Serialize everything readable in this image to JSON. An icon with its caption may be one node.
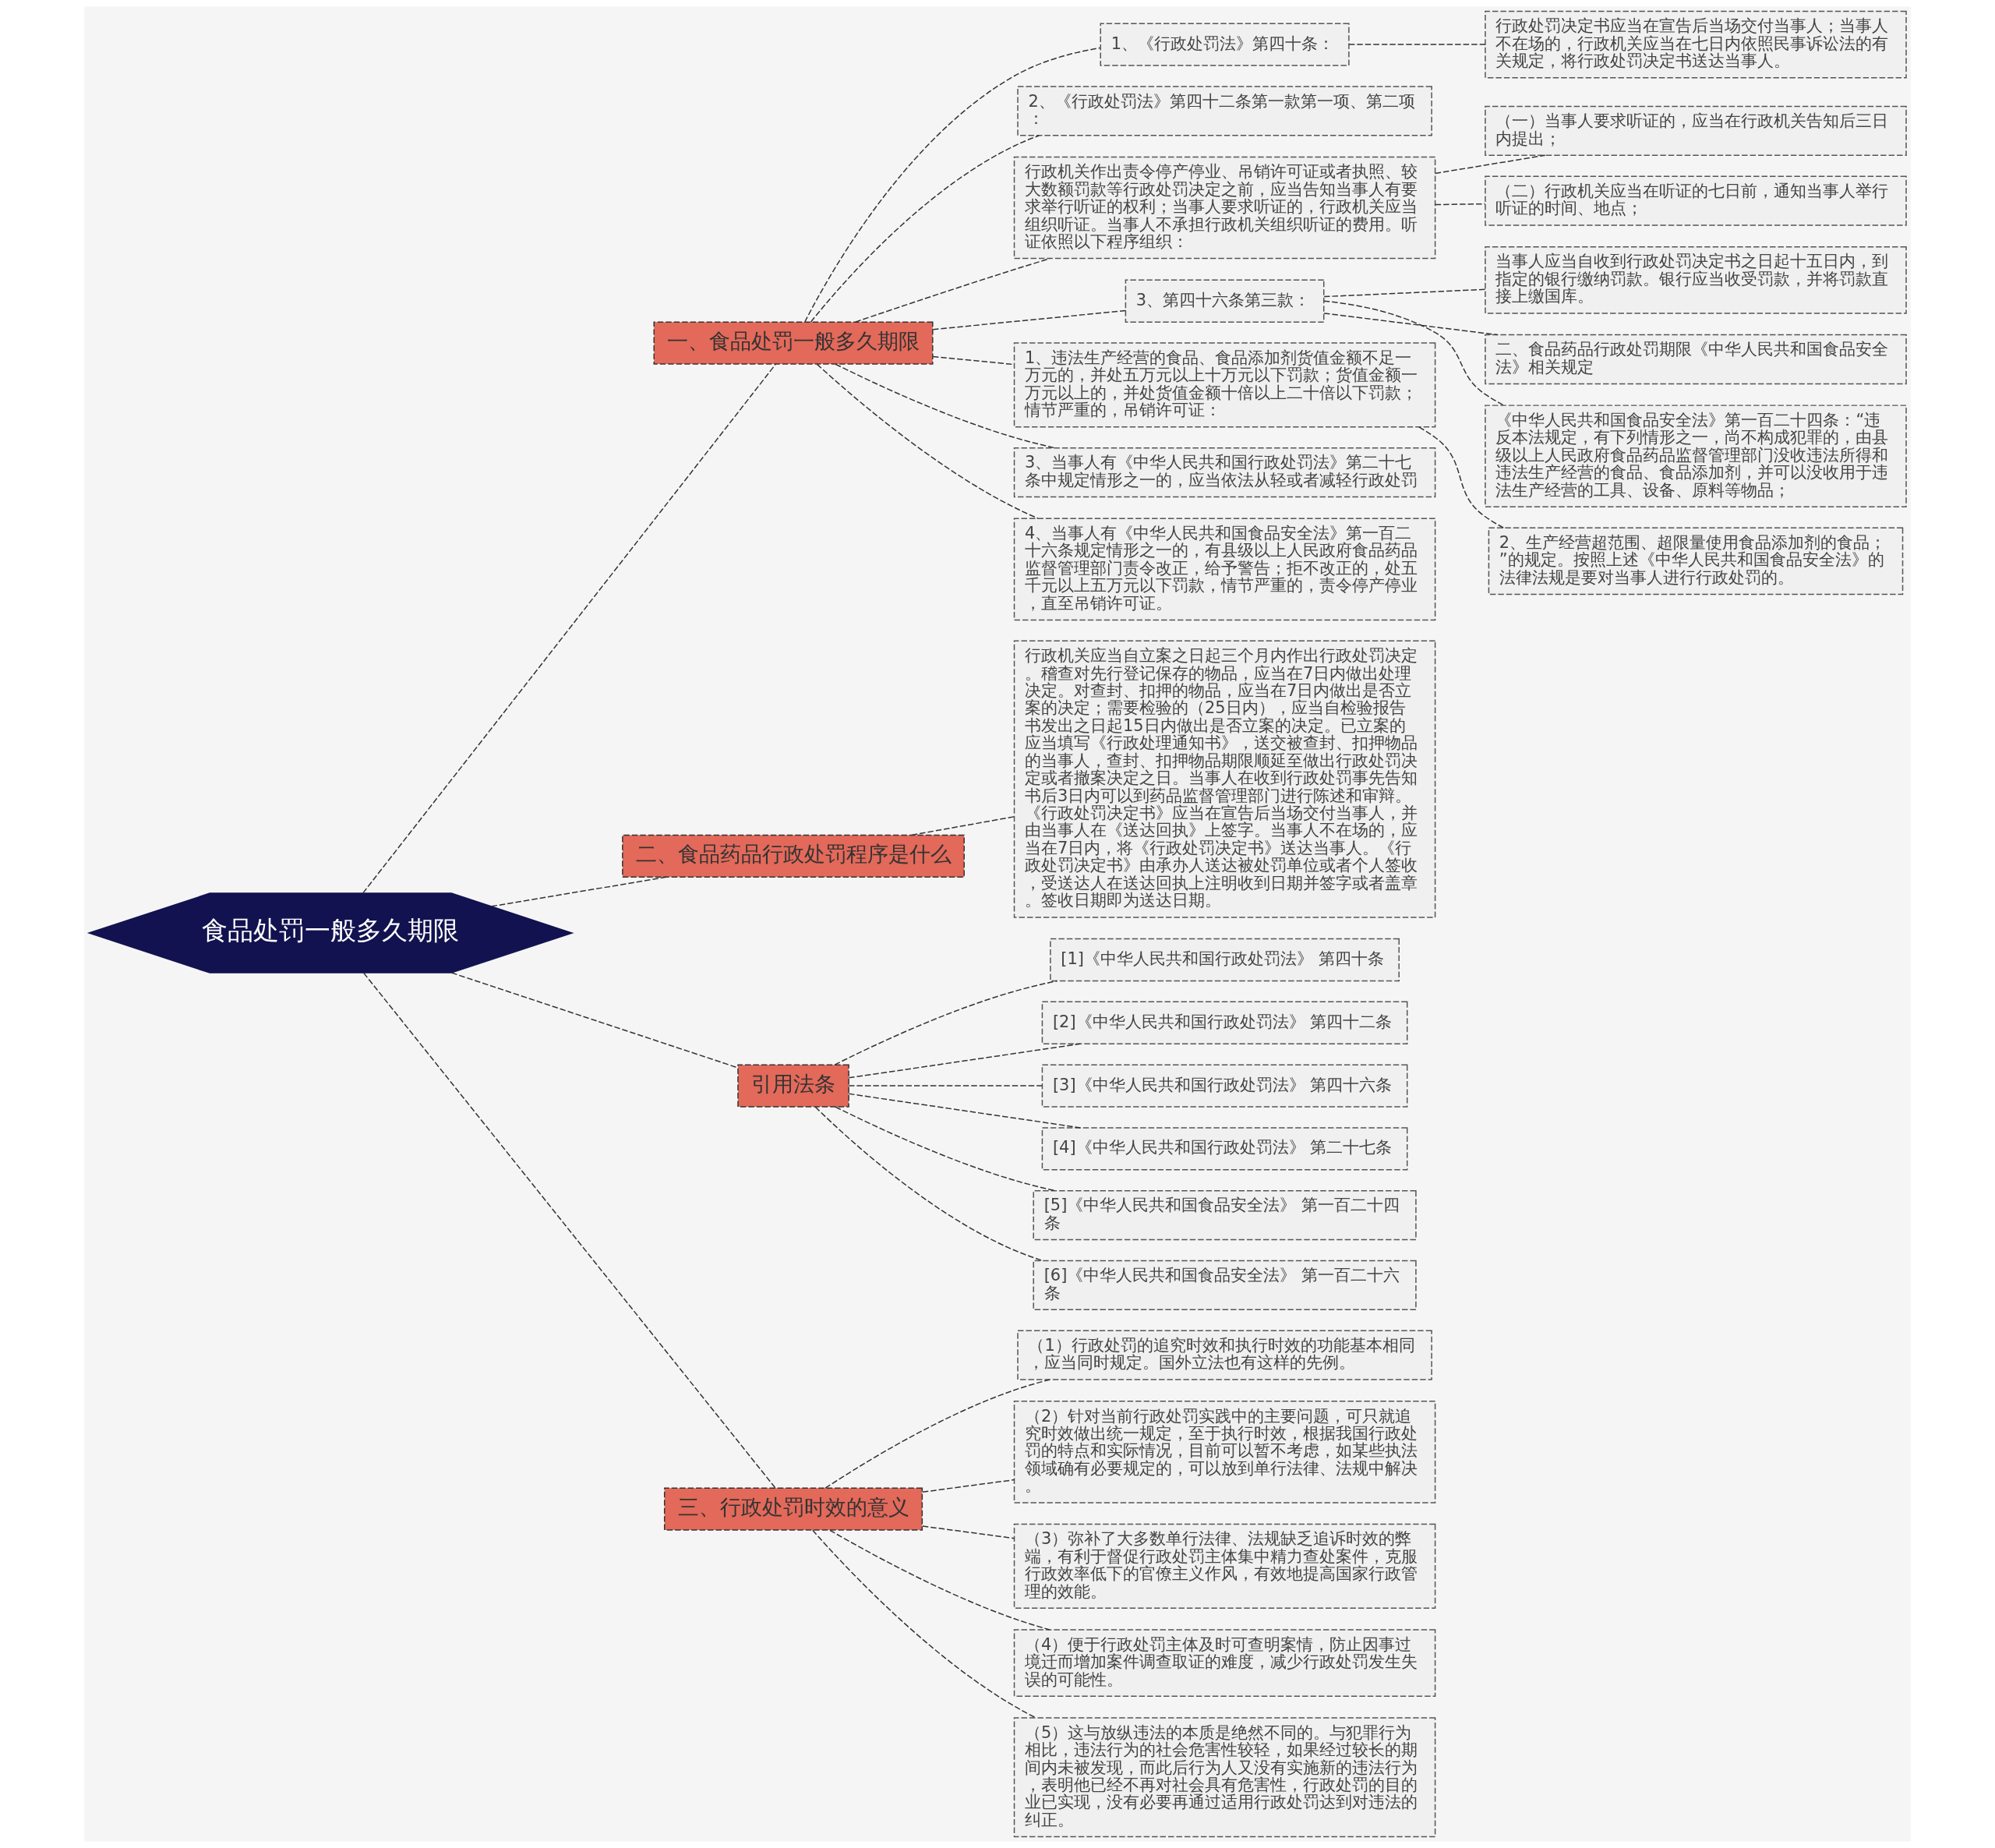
{
  "diagram": {
    "nodes": [
      {
        "text": [
          "食品处罚一般多久期限"
        ]
      },
      {
        "text": [
          "一、食品处罚一般多久期限"
        ]
      },
      {
        "text": [
          "1、《行政处罚法》第四十条："
        ]
      },
      {
        "text": [
          "行政处罚决定书应当在宣告后当场交付当事人；当事人不在场的，行政机关应当在七日内依照民事诉讼法的有关规定，将行政处罚决定书送达当事人。"
        ]
      },
      {
        "text": [
          "2、《行政处罚法》第四十二条第一款第一项、第二项："
        ]
      },
      {
        "text": [
          "行政机关作出责令停产停业、吊销许可证或者执照、较大数额罚款等行政处罚决定之前，应当告知当事人有要求举行听证的权利；当事人要求听证的，行政机关应当组织听证。当事人不承担行政机关组织听证的费用。听证依照以下程序组织："
        ]
      },
      {
        "text": [
          "（一）当事人要求听证的，应当在行政机关告知后三日内提出；"
        ]
      },
      {
        "text": [
          "（二）行政机关应当在听证的七日前，通知当事人举行听证的时间、地点；"
        ]
      },
      {
        "text": [
          "3、第四十六条第三款："
        ]
      },
      {
        "text": [
          "当事人应当自收到行政处罚决定书之日起十五日内，到指定的银行缴纳罚款。银行应当收受罚款，并将罚款直接上缴国库。"
        ]
      },
      {
        "text": [
          "二、食品药品行政处罚期限《中华人民共和国食品安全法》相关规定"
        ]
      },
      {
        "text": [
          "《中华人民共和国食品安全法》第一百二十四条：“违反本法规定，有下列情形之一，尚不构成犯罪的，由县级以上人民政府食品药品监督管理部门没收违法所得和违法生产经营的食品、食品添加剂，并可以没收用于违法生产经营的工具、设备、原料等物品；"
        ]
      },
      {
        "text": [
          "1、违法生产经营的食品、食品添加剂货值金额不足一万元的，并处五万元以上十万元以下罚款；货值金额一万元以上的，并处货值金额十倍以上二十倍以下罚款；情节严重的，吊销许可证："
        ]
      },
      {
        "text": [
          "2、生产经营超范围、超限量使用食品添加剂的食品；”的规定。按照上述《中华人民共和国食品安全法》的法律法规是要对当事人进行行政处罚的。"
        ]
      },
      {
        "text": [
          "3、当事人有《中华人民共和国行政处罚法》第二十七条中规定情形之一的，应当依法从轻或者减轻行政处罚"
        ]
      },
      {
        "text": [
          "4、当事人有《中华人民共和国食品安全法》第一百二十六条规定情形之一的，有县级以上人民政府食品药品监督管理部门责令改正，给予警告；拒不改正的，处五千元以上五万元以下罚款，情节严重的，责令停产停业，直至吊销许可证。"
        ]
      },
      {
        "text": [
          "二、食品药品行政处罚程序是什么"
        ]
      },
      {
        "text": [
          "行政机关应当自立案之日起三个月内作出行政处罚决定。稽查对先行登记保存的物品，应当在7日内做出处理决定。对查封、扣押的物品，应当在7日内做出是否立案的决定；需要检验的（25日内），应当自检验报告书发出之日起15日内做出是否立案的决定。已立案的应当填写《行政处理通知书》，送交被查封、扣押物品的当事人，查封、扣押物品期限顺延至做出行政处罚决定或者撤案决定之日。当事人在收到行政处罚事先告知书后3日内可以到药品监督管理部门进行陈述和审辩。《行政处罚决定书》应当在宣告后当场交付当事人，并由当事人在《送达回执》上签字。当事人不在场的，应当在7日内，将《行政处罚决定书》送达当事人。《行政处罚决定书》由承办人送达被处罚单位或者个人签收，受送达人在送达回执上注明收到日期并签字或者盖章。签收日期即为送达日期。"
        ]
      },
      {
        "text": [
          "引用法条"
        ]
      },
      {
        "text": [
          "[1]《中华人民共和国行政处罚法》 第四十条"
        ]
      },
      {
        "text": [
          "[2]《中华人民共和国行政处罚法》 第四十二条"
        ]
      },
      {
        "text": [
          "[3]《中华人民共和国行政处罚法》 第四十六条"
        ]
      },
      {
        "text": [
          "[4]《中华人民共和国行政处罚法》 第二十七条"
        ]
      },
      {
        "text": [
          "[5]《中华人民共和国食品安全法》 第一百二十四条"
        ]
      },
      {
        "text": [
          "[6]《中华人民共和国食品安全法》 第一百二十六条"
        ]
      },
      {
        "text": [
          "三、行政处罚时效的意义"
        ]
      },
      {
        "text": [
          "（1）行政处罚的追究时效和执行时效的功能基本相同，应当同时规定。国外立法也有这样的先例。"
        ]
      },
      {
        "text": [
          "（2）针对当前行政处罚实践中的主要问题，可只就追究时效做出统一规定，至于执行时效，根据我国行政处罚的特点和实际情况，目前可以暂不考虑，如某些执法领域确有必要规定的，可以放到单行法律、法规中解决。"
        ]
      },
      {
        "text": [
          "（3）弥补了大多数单行法律、法规缺乏追诉时效的弊端，有利于督促行政处罚主体集中精力查处案件，克服行政效率低下的官僚主义作风，有效地提高国家行政管理的效能。"
        ]
      },
      {
        "text": [
          "（4）便于行政处罚主体及时可查明案情，防止因事过境迁而增加案件调查取证的难度，减少行政处罚发生失误的可能性。"
        ]
      },
      {
        "text": [
          "（5）这与放纵违法的本质是绝然不同的。与犯罪行为相比，违法行为的社会危害性较轻，如果经过较长的期间内未被发现，而此后行为人又没有实施新的违法行为，表明他已经不再对社会具有危害性，行政处罚的目的业已实现，没有必要再通过适用行政处罚达到对违法的纠正。"
        ]
      }
    ],
    "edges": [
      {
        "from": 0,
        "to": 1,
        "arrow": "none",
        "style": "dashed"
      },
      {
        "from": 1,
        "to": 2,
        "arrow": "none",
        "style": "dashed"
      },
      {
        "from": 2,
        "to": 3,
        "arrow": "none",
        "style": "dashed"
      },
      {
        "from": 1,
        "to": 4,
        "arrow": "none",
        "style": "dashed"
      },
      {
        "from": 1,
        "to": 5,
        "arrow": "none",
        "style": "dashed"
      },
      {
        "from": 5,
        "to": 6,
        "arrow": "none",
        "style": "dashed"
      },
      {
        "from": 5,
        "to": 7,
        "arrow": "none",
        "style": "dashed"
      },
      {
        "from": 1,
        "to": 8,
        "arrow": "none",
        "style": "dashed"
      },
      {
        "from": 8,
        "to": 9,
        "arrow": "none",
        "style": "dashed"
      },
      {
        "from": 8,
        "to": 10,
        "arrow": "none",
        "style": "dashed"
      },
      {
        "from": 8,
        "to": 11,
        "arrow": "none",
        "style": "dashed"
      },
      {
        "from": 1,
        "to": 12,
        "arrow": "none",
        "style": "dashed"
      },
      {
        "from": 12,
        "to": 13,
        "arrow": "none",
        "style": "dashed"
      },
      {
        "from": 1,
        "to": 14,
        "arrow": "none",
        "style": "dashed"
      },
      {
        "from": 1,
        "to": 15,
        "arrow": "none",
        "style": "dashed"
      },
      {
        "from": 0,
        "to": 16,
        "arrow": "none",
        "style": "dashed"
      },
      {
        "from": 16,
        "to": 17,
        "arrow": "none",
        "style": "dashed"
      },
      {
        "from": 0,
        "to": 18,
        "arrow": "none",
        "style": "dashed"
      },
      {
        "from": 18,
        "to": 19,
        "arrow": "none",
        "style": "dashed"
      },
      {
        "from": 18,
        "to": 20,
        "arrow": "none",
        "style": "dashed"
      },
      {
        "from": 18,
        "to": 21,
        "arrow": "none",
        "style": "dashed"
      },
      {
        "from": 18,
        "to": 22,
        "arrow": "none",
        "style": "dashed"
      },
      {
        "from": 18,
        "to": 23,
        "arrow": "none",
        "style": "dashed"
      },
      {
        "from": 18,
        "to": 24,
        "arrow": "none",
        "style": "dashed"
      },
      {
        "from": 0,
        "to": 25,
        "arrow": "none",
        "style": "dashed"
      },
      {
        "from": 25,
        "to": 26,
        "arrow": "none",
        "style": "dashed"
      },
      {
        "from": 25,
        "to": 27,
        "arrow": "none",
        "style": "dashed"
      },
      {
        "from": 25,
        "to": 28,
        "arrow": "none",
        "style": "dashed"
      },
      {
        "from": 25,
        "to": 29,
        "arrow": "none",
        "style": "dashed"
      },
      {
        "from": 25,
        "to": 30,
        "arrow": "none",
        "style": "dashed"
      }
    ]
  }
}
